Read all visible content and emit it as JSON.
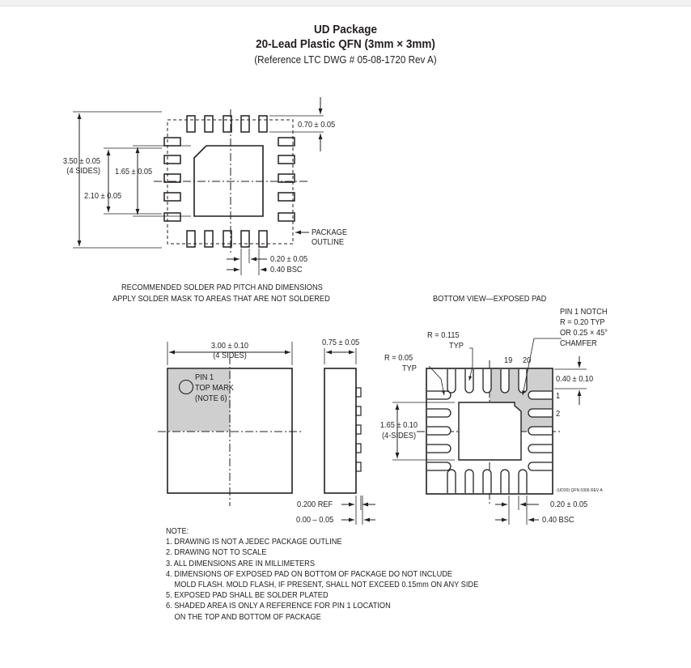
{
  "header": {
    "title": "UD Package",
    "subtitle": "20-Lead Plastic QFN (3mm × 3mm)",
    "reference": "(Reference LTC DWG # 05-08-1720 Rev A)"
  },
  "recommended_pad": {
    "dim_overall": "3.50 ± 0.05",
    "dim_overall_sides": "(4 SIDES)",
    "dim_exposed": "1.65 ± 0.05",
    "dim_inner": "2.10 ± 0.05",
    "dim_pad_length": "0.70 ± 0.05",
    "dim_pad_width": "0.20 ± 0.05",
    "dim_pitch": "0.40 BSC",
    "package_outline": [
      "PACKAGE",
      "OUTLINE"
    ],
    "caption": [
      "RECOMMENDED SOLDER PAD PITCH AND DIMENSIONS",
      "APPLY SOLDER MASK TO AREAS THAT ARE NOT SOLDERED"
    ]
  },
  "top_view": {
    "dim_body": "3.00 ± 0.10",
    "dim_body_sides": "(4 SIDES)",
    "pin1_mark": [
      "PIN 1",
      "TOP MARK",
      "(NOTE 6)"
    ]
  },
  "side_view": {
    "dim_height": "0.75 ± 0.05",
    "dim_ref": "0.200 REF",
    "dim_standoff": "0.00 – 0.05"
  },
  "bottom_view": {
    "caption": "BOTTOM VIEW—EXPOSED PAD",
    "pin1_notch": [
      "PIN 1 NOTCH",
      "R = 0.20 TYP",
      "OR 0.25 × 45°",
      "CHAMFER"
    ],
    "radius_115": [
      "R = 0.115",
      "TYP"
    ],
    "radius_05": [
      "R = 0.05",
      "TYP"
    ],
    "pin_numbers": [
      "19",
      "20",
      "1",
      "2"
    ],
    "dim_lead_length": "0.40 ± 0.10",
    "dim_exposed": "1.65 ± 0.10",
    "dim_exposed_sides": "(4-SIDES)",
    "dim_lead_width": "0.20 ± 0.05",
    "dim_pitch": "0.40 BSC",
    "drawing_code": "(UD20) QFN 0306 REV A"
  },
  "notes": {
    "heading": "NOTE:",
    "lines": [
      "1. DRAWING IS NOT A JEDEC PACKAGE OUTLINE",
      "2. DRAWING NOT TO SCALE",
      "3. ALL DIMENSIONS ARE IN MILLIMETERS",
      "4. DIMENSIONS OF EXPOSED PAD ON BOTTOM OF PACKAGE DO NOT INCLUDE",
      "MOLD FLASH. MOLD FLASH, IF PRESENT, SHALL NOT EXCEED 0.15mm ON ANY SIDE",
      "5. EXPOSED PAD SHALL BE SOLDER PLATED",
      "6. SHADED AREA IS ONLY A REFERENCE FOR PIN 1 LOCATION",
      "ON THE TOP AND BOTTOM OF PACKAGE"
    ]
  },
  "colors": {
    "ink": "#231f20",
    "shade": "#cfcfcf"
  }
}
